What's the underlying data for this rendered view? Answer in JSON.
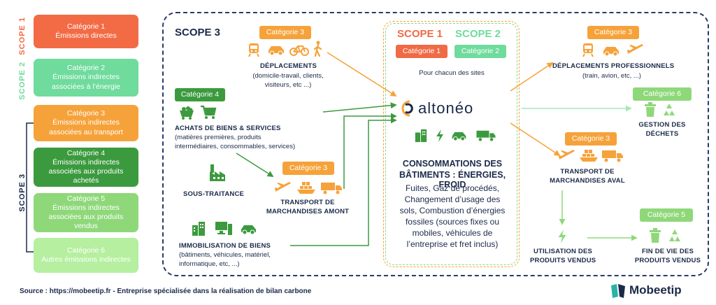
{
  "legend": {
    "scope1_label": "SCOPE 1",
    "scope2_label": "SCOPE 2",
    "scope3_label": "SCOPE 3",
    "items": [
      {
        "title": "Catégorie 1",
        "text": "Émissions directes",
        "color": "#f26b45"
      },
      {
        "title": "Catégorie 2",
        "text": "Émissions indirectes associées à l’énergie",
        "color": "#6fdb9c"
      },
      {
        "title": "Catégorie 3",
        "text": "Émissions indirectes associées au transport",
        "color": "#f6a23a"
      },
      {
        "title": "Catégorie 4",
        "text": "Émissions indirectes associées aux produits achetés",
        "color": "#3c9a3e"
      },
      {
        "title": "Catégorie 5",
        "text": "Émissions indirectes associées aux produits vendus",
        "color": "#8fd87a"
      },
      {
        "title": "Catégorie 6",
        "text": "Autres émissions indirectes",
        "color": "#b5ef9f"
      }
    ]
  },
  "diagram": {
    "scope3_heading": "SCOPE 3",
    "scope1_heading": "SCOPE 1",
    "scope2_heading": "SCOPE 2",
    "cat1": "Catégorie 1",
    "cat2": "Catégorie 2",
    "cat3": "Catégorie 3",
    "cat4": "Catégorie 4",
    "cat5": "Catégorie 5",
    "cat6": "Catégorie 6",
    "sites_text": "Pour chacun des sites",
    "brand_center": "altonéo",
    "deplacements_title": "DÉPLACEMENTS",
    "deplacements_desc1": "(domicile-travail, clients,",
    "deplacements_desc2": "visiteurs, etc ...)",
    "achats_title": "ACHATS DE BIENS & SERVICES",
    "achats_desc1": "(matières premières, produits",
    "achats_desc2": "intermédiaires, consommables, services)",
    "sous_traitance": "SOUS-TRAITANCE",
    "transport_amont_1": "TRANSPORT DE",
    "transport_amont_2": "MARCHANDISES AMONT",
    "immo_title": "IMMOBILISATION DE BIENS",
    "immo_desc1": "(bâtiments, véhicules, matériel,",
    "immo_desc2": "informatique, etc, ...)",
    "conso_title1": "CONSOMMATIONS DES",
    "conso_title2": "BÂTIMENTS : ÉNERGIES, FROID",
    "conso_lines": [
      "Fuites, Gaz de procédés,",
      "Changement d’usage des",
      "sols, Combustion d’énergies",
      "fossiles (sources fixes ou",
      "mobiles, véhicules de",
      "l’entreprise et fret inclus)"
    ],
    "dep_pro_title": "DÉPLACEMENTS PROFESSIONNELS",
    "dep_pro_desc": "(train, avion, etc, ...)",
    "dechets_1": "GESTION DES",
    "dechets_2": "DÉCHETS",
    "transport_aval_1": "TRANSPORT DE",
    "transport_aval_2": "MARCHANDISES AVAL",
    "utilisation_1": "UTILISATION DES",
    "utilisation_2": "PRODUITS VENDUS",
    "fin_vie_1": "FIN DE VIE DES",
    "fin_vie_2": "PRODUITS VENDUS"
  },
  "footer": {
    "source": "Source : https://mobeetip.fr - Entreprise spécialisée dans la réalisation de bilan carbone",
    "brand": "Mobeetip"
  },
  "colors": {
    "navy": "#1b2a4a",
    "orange": "#f6a23a",
    "dark_green": "#3c9a3e",
    "light_green": "#8fd87a",
    "red": "#f06a45",
    "mint": "#6fdb9c",
    "teal": "#2ab3a5"
  }
}
